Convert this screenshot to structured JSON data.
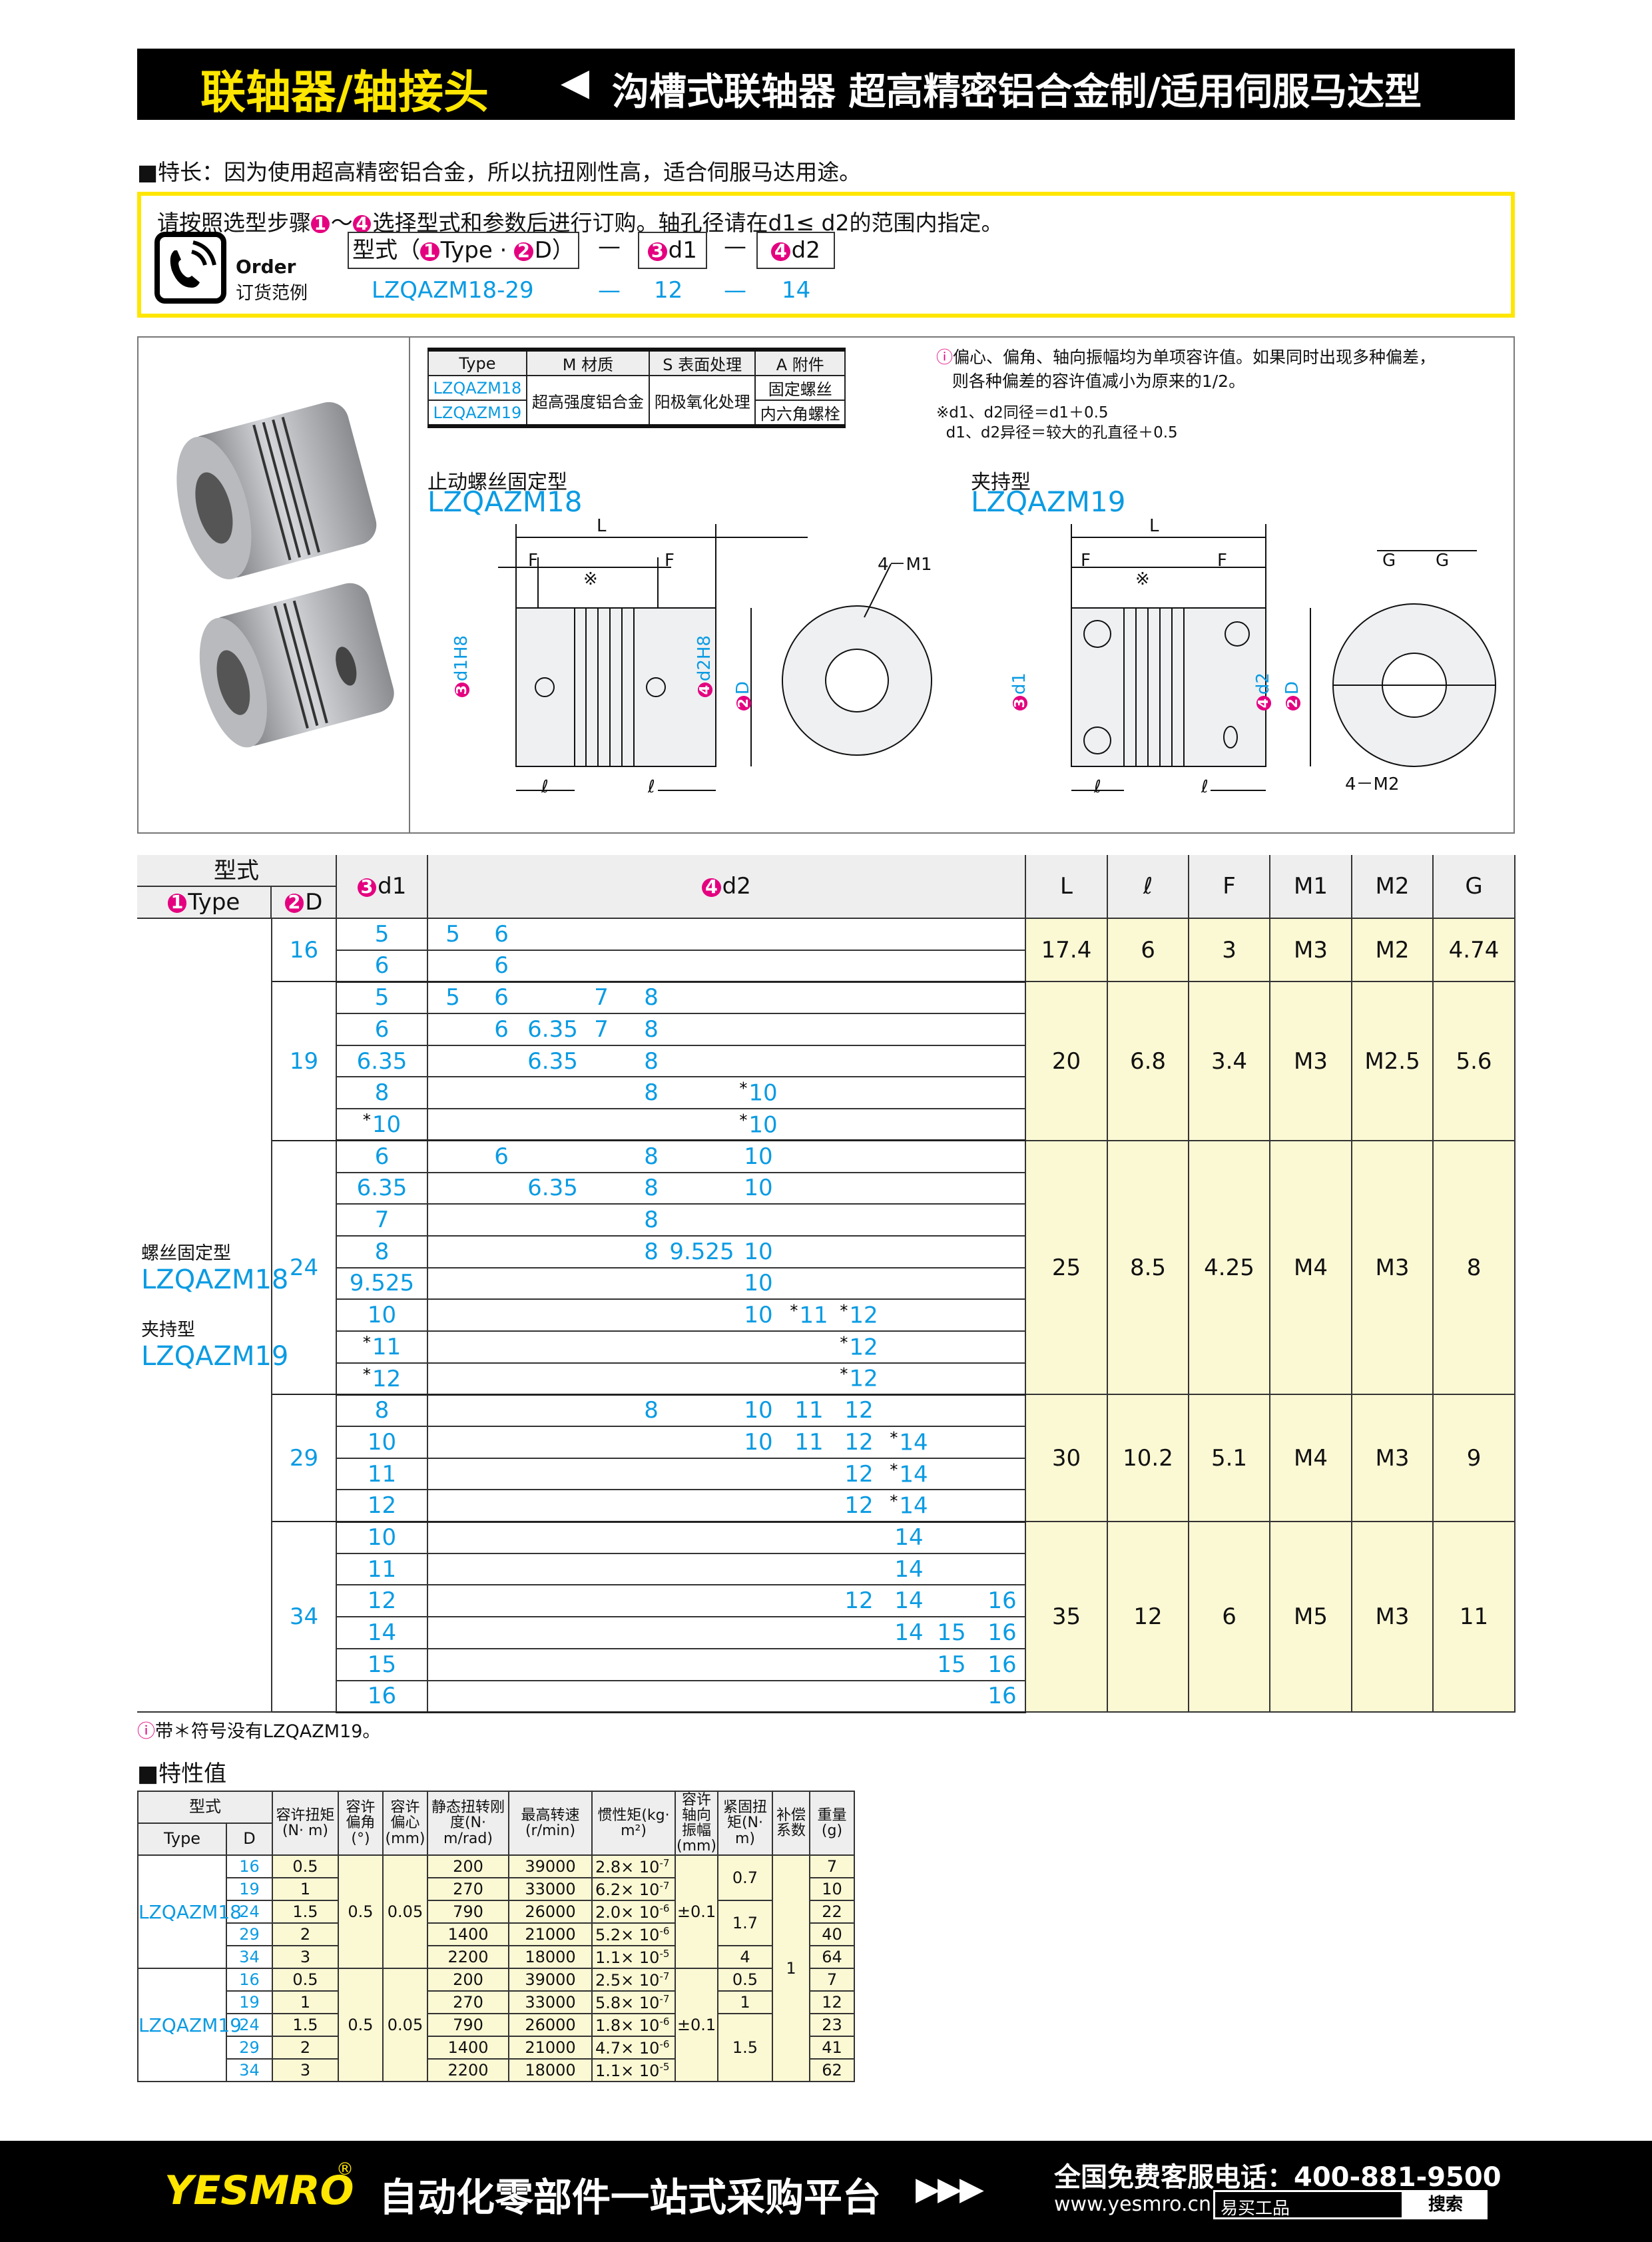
{
  "header": {
    "category": "联轴器/轴接头",
    "arrow": "◀",
    "subtitle": "沟槽式联轴器 超高精密铝合金制/适用伺服马达型"
  },
  "feature": "■特长：因为使用超高精密铝合金，所以抗扭刚性高，适合伺服马达用途。",
  "order": {
    "instruction_pre": "请按照选型步骤",
    "step1": "1",
    "tilde": "～",
    "step4": "4",
    "instruction_post": "选择型式和参数后进行订购。轴孔径请在d1≤ d2的范围内指定。",
    "order_en": "Order",
    "order_cn": "订货范例",
    "box_type_pre": "型式（",
    "n1": "1",
    "box_type_mid": "Type · ",
    "n2": "2",
    "box_type_post": "D）",
    "n3": "3",
    "box_d1": "d1",
    "n4": "4",
    "box_d2": "d2",
    "dash": "—",
    "example_type": "LZQAZM18-29",
    "example_d1": "12",
    "example_d2": "14"
  },
  "spec_table": {
    "headers": [
      "Type",
      "M 材质",
      "S 表面处理",
      "A 附件"
    ],
    "types": [
      "LZQAZM18",
      "LZQAZM19"
    ],
    "material": "超高强度铝合金",
    "surface": "阳极氧化处理",
    "accessory": [
      "固定螺丝",
      "内六角螺栓"
    ]
  },
  "notes": {
    "warn": "偏心、偏角、轴向振幅均为单项容许值。如果同时出现多种偏差，",
    "warn2": "则各种偏差的容许值减小为原来的1/2。",
    "n1": "※d1、d2同径＝d1＋0.5",
    "n2": "d1、d2异径＝较大的孔直径＋0.5"
  },
  "drawings": {
    "m18": {
      "caption": "止动螺丝固定型",
      "model": "LZQAZM18",
      "L": "L",
      "F": "F",
      "mark": "※",
      "l": "ℓ",
      "screw": "4－M1",
      "d1": "d1H8",
      "d2": "d2H8",
      "D": "D"
    },
    "m19": {
      "caption": "夹持型",
      "model": "LZQAZM19",
      "L": "L",
      "F": "F",
      "mark": "※",
      "l": "ℓ",
      "G": "G",
      "bolt": "4－M2",
      "d1": "d1",
      "d2": "d2",
      "D": "D"
    }
  },
  "main_table": {
    "h_type_group": "型式",
    "h_type": "Type",
    "h_D": "D",
    "h_d1": "d1",
    "h_d2": "d2",
    "h_cols": [
      "L",
      "ℓ",
      "F",
      "M1",
      "M2",
      "G"
    ],
    "type_labels": {
      "m18_cap": "螺丝固定型",
      "m18": "LZQAZM18",
      "m19_cap": "夹持型",
      "m19": "LZQAZM19"
    },
    "d2_slots": [
      "5",
      "6",
      "6.35",
      "7",
      "8",
      "9.525",
      "10",
      "11",
      "12",
      "14",
      "15",
      "16"
    ],
    "groups": [
      {
        "D": "16",
        "vals": [
          "17.4",
          "6",
          "3",
          "M3",
          "M2",
          "4.74"
        ],
        "rows": [
          {
            "d1": "5",
            "d2": [
              {
                "v": "5"
              },
              {
                "v": "6"
              }
            ]
          },
          {
            "d1": "6",
            "d2": [
              {
                "v": "6"
              }
            ]
          }
        ]
      },
      {
        "D": "19",
        "vals": [
          "20",
          "6.8",
          "3.4",
          "M3",
          "M2.5",
          "5.6"
        ],
        "rows": [
          {
            "d1": "5",
            "d2": [
              {
                "v": "5"
              },
              {
                "v": "6"
              },
              {
                "v": "7"
              },
              {
                "v": "8"
              }
            ]
          },
          {
            "d1": "6",
            "d2": [
              {
                "v": "6"
              },
              {
                "v": "6.35"
              },
              {
                "v": "7"
              },
              {
                "v": "8"
              }
            ]
          },
          {
            "d1": "6.35",
            "d2": [
              {
                "v": "6.35"
              },
              {
                "v": "8"
              }
            ]
          },
          {
            "d1": "8",
            "d2": [
              {
                "v": "8"
              },
              {
                "v": "10",
                "star": true
              }
            ]
          },
          {
            "d1": "10",
            "star": true,
            "d2": [
              {
                "v": "10",
                "star": true
              }
            ]
          }
        ]
      },
      {
        "D": "24",
        "vals": [
          "25",
          "8.5",
          "4.25",
          "M4",
          "M3",
          "8"
        ],
        "rows": [
          {
            "d1": "6",
            "d2": [
              {
                "v": "6"
              },
              {
                "v": "8"
              },
              {
                "v": "10"
              }
            ]
          },
          {
            "d1": "6.35",
            "d2": [
              {
                "v": "6.35"
              },
              {
                "v": "8"
              },
              {
                "v": "10"
              }
            ]
          },
          {
            "d1": "7",
            "d2": [
              {
                "v": "8"
              }
            ]
          },
          {
            "d1": "8",
            "d2": [
              {
                "v": "8"
              },
              {
                "v": "9.525"
              },
              {
                "v": "10"
              }
            ]
          },
          {
            "d1": "9.525",
            "d2": [
              {
                "v": "10"
              }
            ]
          },
          {
            "d1": "10",
            "d2": [
              {
                "v": "10"
              },
              {
                "v": "11",
                "star": true
              },
              {
                "v": "12",
                "star": true
              }
            ]
          },
          {
            "d1": "11",
            "star": true,
            "d2": [
              {
                "v": "12",
                "star": true
              }
            ]
          },
          {
            "d1": "12",
            "star": true,
            "d2": [
              {
                "v": "12",
                "star": true
              }
            ]
          }
        ]
      },
      {
        "D": "29",
        "vals": [
          "30",
          "10.2",
          "5.1",
          "M4",
          "M3",
          "9"
        ],
        "rows": [
          {
            "d1": "8",
            "d2": [
              {
                "v": "8"
              },
              {
                "v": "10"
              },
              {
                "v": "11"
              },
              {
                "v": "12"
              }
            ]
          },
          {
            "d1": "10",
            "d2": [
              {
                "v": "10"
              },
              {
                "v": "11"
              },
              {
                "v": "12"
              },
              {
                "v": "14",
                "star": true
              }
            ]
          },
          {
            "d1": "11",
            "d2": [
              {
                "v": "12"
              },
              {
                "v": "14",
                "star": true
              }
            ]
          },
          {
            "d1": "12",
            "d2": [
              {
                "v": "12"
              },
              {
                "v": "14",
                "star": true
              }
            ]
          }
        ]
      },
      {
        "D": "34",
        "vals": [
          "35",
          "12",
          "6",
          "M5",
          "M3",
          "11"
        ],
        "rows": [
          {
            "d1": "10",
            "d2": [
              {
                "v": "14"
              }
            ]
          },
          {
            "d1": "11",
            "d2": [
              {
                "v": "14"
              }
            ]
          },
          {
            "d1": "12",
            "d2": [
              {
                "v": "12"
              },
              {
                "v": "14"
              },
              {
                "v": "16"
              }
            ]
          },
          {
            "d1": "14",
            "d2": [
              {
                "v": "14"
              },
              {
                "v": "15"
              },
              {
                "v": "16"
              }
            ]
          },
          {
            "d1": "15",
            "d2": [
              {
                "v": "15"
              },
              {
                "v": "16"
              }
            ]
          },
          {
            "d1": "16",
            "d2": [
              {
                "v": "16"
              }
            ]
          }
        ]
      }
    ],
    "footnote": "带＊符号没有LZQAZM19。",
    "footnote_icon": "!"
  },
  "char_title": "■特性值",
  "char_table": {
    "headers": [
      "容许扭矩(N· m)",
      "容许偏角(°)",
      "容许偏心(mm)",
      "静态扭转刚度(N· m/rad)",
      "最高转速(r/min)",
      "惯性矩(kg· m²)",
      "容许轴向振幅(mm)",
      "紧固扭矩(N· m)",
      "补偿系数",
      "重量(g)"
    ],
    "h_group": "型式",
    "h_type": "Type",
    "h_D": "D",
    "compensation": "1",
    "groups": [
      {
        "type": "LZQAZM18",
        "angle": "0.5",
        "ecc": "0.05",
        "axial": "±0.1",
        "tight": [
          {
            "v": "0.7",
            "span": 2
          },
          {
            "v": "1.7",
            "span": 2
          },
          {
            "v": "4",
            "span": 1
          }
        ],
        "rows": [
          {
            "D": "16",
            "torque": "0.5",
            "stiff": "200",
            "speed": "39000",
            "im": "2.8",
            "ie": "-7",
            "w": "7"
          },
          {
            "D": "19",
            "torque": "1",
            "stiff": "270",
            "speed": "33000",
            "im": "6.2",
            "ie": "-7",
            "w": "10"
          },
          {
            "D": "24",
            "torque": "1.5",
            "stiff": "790",
            "speed": "26000",
            "im": "2.0",
            "ie": "-6",
            "w": "22"
          },
          {
            "D": "29",
            "torque": "2",
            "stiff": "1400",
            "speed": "21000",
            "im": "5.2",
            "ie": "-6",
            "w": "40"
          },
          {
            "D": "34",
            "torque": "3",
            "stiff": "2200",
            "speed": "18000",
            "im": "1.1",
            "ie": "-5",
            "w": "64"
          }
        ]
      },
      {
        "type": "LZQAZM19",
        "angle": "0.5",
        "ecc": "0.05",
        "axial": "±0.1",
        "tight": [
          {
            "v": "0.5",
            "span": 1
          },
          {
            "v": "1",
            "span": 1
          },
          {
            "v": "1.5",
            "span": 3
          }
        ],
        "rows": [
          {
            "D": "16",
            "torque": "0.5",
            "stiff": "200",
            "speed": "39000",
            "im": "2.5",
            "ie": "-7",
            "w": "7"
          },
          {
            "D": "19",
            "torque": "1",
            "stiff": "270",
            "speed": "33000",
            "im": "5.8",
            "ie": "-7",
            "w": "12"
          },
          {
            "D": "24",
            "torque": "1.5",
            "stiff": "790",
            "speed": "26000",
            "im": "1.8",
            "ie": "-6",
            "w": "23"
          },
          {
            "D": "29",
            "torque": "2",
            "stiff": "1400",
            "speed": "21000",
            "im": "4.7",
            "ie": "-6",
            "w": "41"
          },
          {
            "D": "34",
            "torque": "3",
            "stiff": "2200",
            "speed": "18000",
            "im": "1.1",
            "ie": "-5",
            "w": "62"
          }
        ]
      }
    ]
  },
  "footer": {
    "brand": "YESMRO",
    "reg": "®",
    "slogan": "自动化零部件一站式采购平台",
    "arrows": "▶▶▶",
    "hotline": "全国免费客服电话：400-881-9500",
    "url": "www.yesmro.cn",
    "search_value": "易买工品",
    "search_button": "搜索"
  },
  "colors": {
    "accent_yellow": "#ffe600",
    "blue": "#0a9be3",
    "pink": "#e4007f",
    "cell_yellow": "#fbf8d4"
  }
}
